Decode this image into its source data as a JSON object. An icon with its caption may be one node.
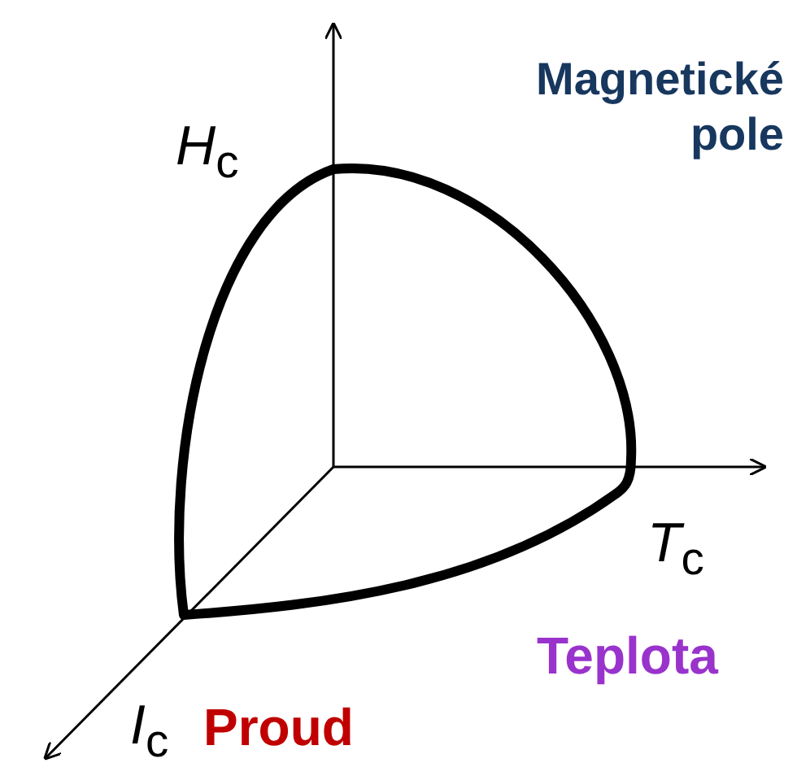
{
  "diagram": {
    "labels": [
      "*H*$_{c}$",
      "Magnetické pole",
      "*T*$_{c}$",
      "Teplota",
      "*I*$_{c}$",
      "Proud"
    ]
  }
}
